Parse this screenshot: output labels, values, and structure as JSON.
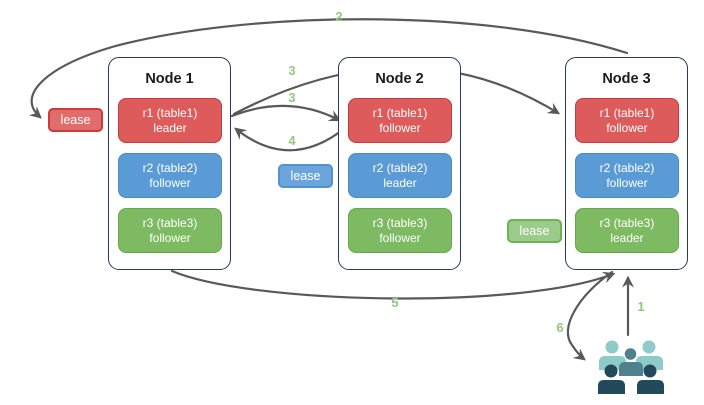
{
  "diagram": {
    "nodes": [
      {
        "title": "Node 1",
        "replicas": [
          {
            "name": "r1 (table1)",
            "role": "leader",
            "color_key": "red"
          },
          {
            "name": "r2 (table2)",
            "role": "follower",
            "color_key": "blue"
          },
          {
            "name": "r3 (table3)",
            "role": "follower",
            "color_key": "green"
          }
        ]
      },
      {
        "title": "Node 2",
        "replicas": [
          {
            "name": "r1 (table1)",
            "role": "follower",
            "color_key": "red"
          },
          {
            "name": "r2 (table2)",
            "role": "leader",
            "color_key": "blue"
          },
          {
            "name": "r3 (table3)",
            "role": "follower",
            "color_key": "green"
          }
        ]
      },
      {
        "title": "Node 3",
        "replicas": [
          {
            "name": "r1 (table1)",
            "role": "follower",
            "color_key": "red"
          },
          {
            "name": "r2 (table2)",
            "role": "follower",
            "color_key": "blue"
          },
          {
            "name": "r3 (table3)",
            "role": "leader",
            "color_key": "green"
          }
        ]
      }
    ],
    "leases": [
      {
        "label": "lease",
        "color_key": "red"
      },
      {
        "label": "lease",
        "color_key": "blue"
      },
      {
        "label": "lease",
        "color_key": "green"
      }
    ],
    "steps": {
      "step1": "1",
      "step2": "2",
      "step3a": "3",
      "step3b": "3",
      "step4": "4",
      "step5": "5",
      "step6": "6"
    },
    "icons": {
      "users": "users-group-icon"
    },
    "colors": {
      "replica_red": "#DD5B5B",
      "replica_red_border": "#C43C3C",
      "replica_blue": "#5B9BD5",
      "replica_blue_border": "#4A8AC6",
      "replica_green": "#7EBA62",
      "replica_green_border": "#67A84D",
      "lease_red_fill": "#E06C6C",
      "lease_red_border": "#CC3B3B",
      "lease_blue_fill": "#6CA4DB",
      "lease_blue_border": "#4F93D2",
      "lease_green_fill": "#9ACB8B",
      "lease_green_border": "#6EB254",
      "node_border": "#253A60",
      "arrow": "#58595B",
      "step_label": "#92C97B",
      "users_light": "#8ECBC9",
      "users_medium": "#4E808E",
      "users_dark": "#234A5C"
    }
  }
}
